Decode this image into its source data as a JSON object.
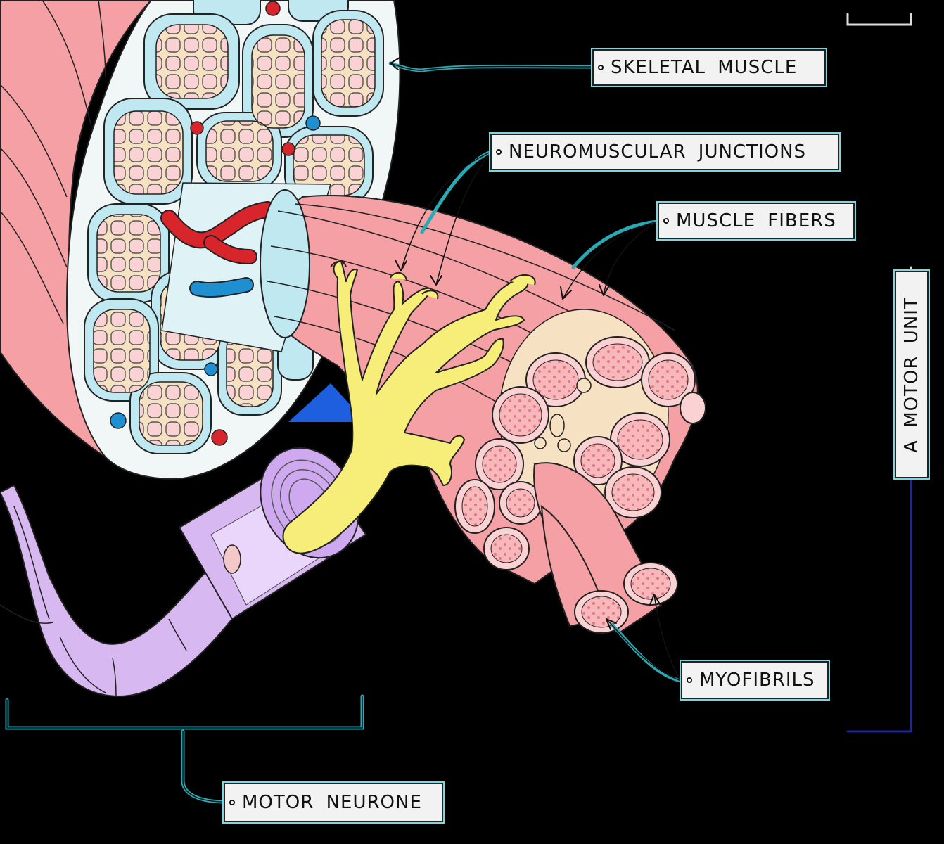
{
  "labels": {
    "skeletal_muscle": "SKELETAL MUSCLE",
    "neuromuscular_junctions": "NEUROMUSCULAR JUNCTIONS",
    "muscle_fibers": "MUSCLE FIBERS",
    "myofibrils": "MYOFIBRILS",
    "motor_neurone": "MOTOR NEURONE",
    "motor_unit": "A MOTOR UNIT"
  },
  "colors": {
    "background": "#000000",
    "muscle": "#f4a0a4",
    "fascicle_sheath": "#bfe8f0",
    "fascicle_fill": "#f6e2c2",
    "fiber_cell": "#fbd2d4",
    "nerve": "#f7ee7a",
    "neurone_sheath": "#d7b8f0",
    "artery": "#d8252b",
    "vein": "#1e8fd0",
    "leader": "#2aa9b4"
  }
}
